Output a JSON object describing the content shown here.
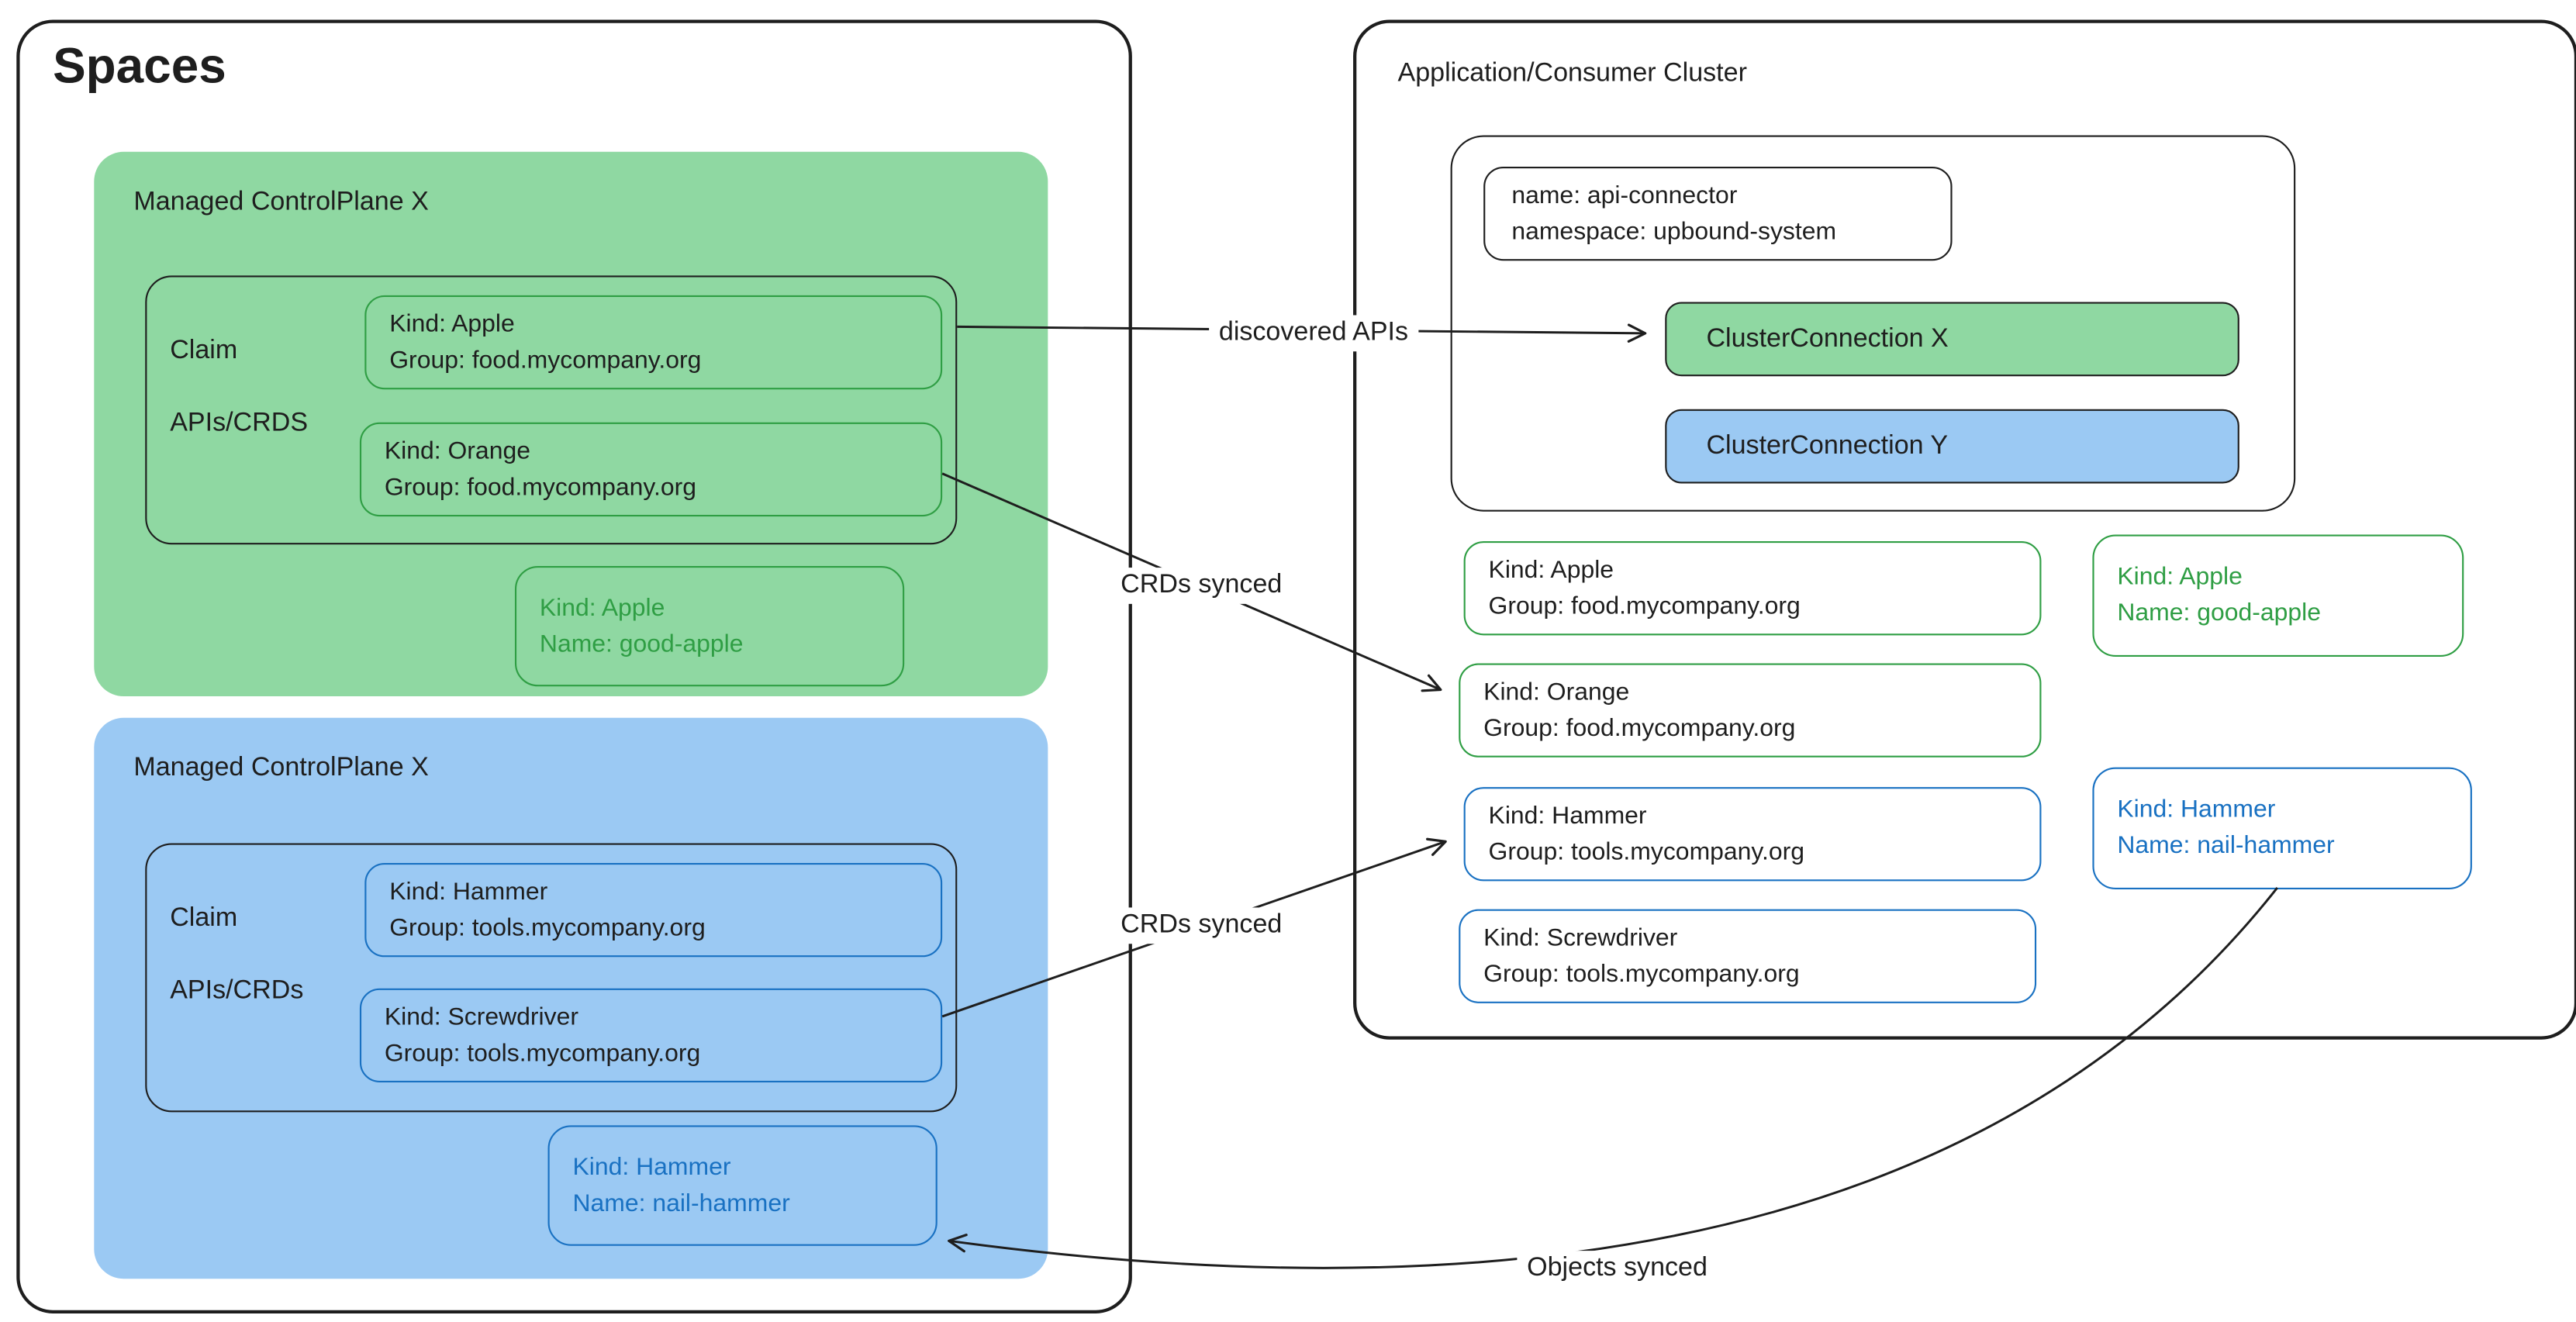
{
  "colors": {
    "green_fill": "#8fd8a2",
    "green_border": "#2f9e44",
    "green_text": "#2f9e44",
    "blue_fill": "#9bc9f3",
    "blue_border": "#1971c2",
    "blue_text": "#1971c2"
  },
  "spaces": {
    "title": "Spaces",
    "mcp_green": {
      "title": "Managed ControlPlane X",
      "claim": {
        "label_line1": "Claim",
        "label_line2": "APIs/CRDS",
        "items": [
          {
            "line1": "Kind: Apple",
            "line2": "Group: food.mycompany.org"
          },
          {
            "line1": "Kind: Orange",
            "line2": "Group: food.mycompany.org"
          }
        ]
      },
      "instance": {
        "line1": "Kind: Apple",
        "line2": "Name: good-apple"
      }
    },
    "mcp_blue": {
      "title": "Managed ControlPlane X",
      "claim": {
        "label_line1": "Claim",
        "label_line2": "APIs/CRDs",
        "items": [
          {
            "line1": "Kind: Hammer",
            "line2": "Group: tools.mycompany.org"
          },
          {
            "line1": "Kind: Screwdriver",
            "line2": "Group: tools.mycompany.org"
          }
        ]
      },
      "instance": {
        "line1": "Kind: Hammer",
        "line2": "Name: nail-hammer"
      }
    }
  },
  "cluster": {
    "title": "Application/Consumer Cluster",
    "connector": {
      "meta_line1": "name: api-connector",
      "meta_line2": "namespace: upbound-system",
      "connection_x": "ClusterConnection X",
      "connection_y": "ClusterConnection Y"
    },
    "crds": [
      {
        "line1": "Kind: Apple",
        "line2": "Group: food.mycompany.org"
      },
      {
        "line1": "Kind: Orange",
        "line2": "Group: food.mycompany.org"
      },
      {
        "line1": "Kind: Hammer",
        "line2": "Group: tools.mycompany.org"
      },
      {
        "line1": "Kind: Screwdriver",
        "line2": "Group: tools.mycompany.org"
      }
    ],
    "objects": [
      {
        "line1": "Kind: Apple",
        "line2": "Name: good-apple"
      },
      {
        "line1": "Kind: Hammer",
        "line2": "Name: nail-hammer"
      }
    ]
  },
  "arrows": {
    "discovered_apis": "discovered APIs",
    "crds_synced_top": "CRDs synced",
    "crds_synced_bottom": "CRDs synced",
    "objects_synced": "Objects synced"
  }
}
